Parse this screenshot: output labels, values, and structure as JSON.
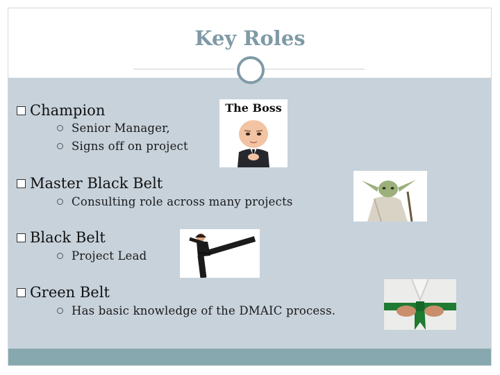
{
  "slide": {
    "title": "Key Roles",
    "roles": [
      {
        "label": "Champion",
        "details": [
          "Senior Manager,",
          "Signs off on project"
        ]
      },
      {
        "label": "Master Black Belt",
        "details": [
          "Consulting role across many projects"
        ]
      },
      {
        "label": "Black Belt",
        "details": [
          "Project Lead"
        ]
      },
      {
        "label": "Green Belt",
        "details": [
          "Has basic knowledge of the DMAIC process."
        ]
      }
    ],
    "images": {
      "boss_caption": "The Boss",
      "boss_icon": "boss-baby-image",
      "yoda_icon": "yoda-image",
      "karate_icon": "karate-kick-image",
      "belt_icon": "green-belt-image"
    }
  },
  "colors": {
    "title": "#7f9aa6",
    "panel": "#c7d2db",
    "footer": "#87a8ae"
  }
}
